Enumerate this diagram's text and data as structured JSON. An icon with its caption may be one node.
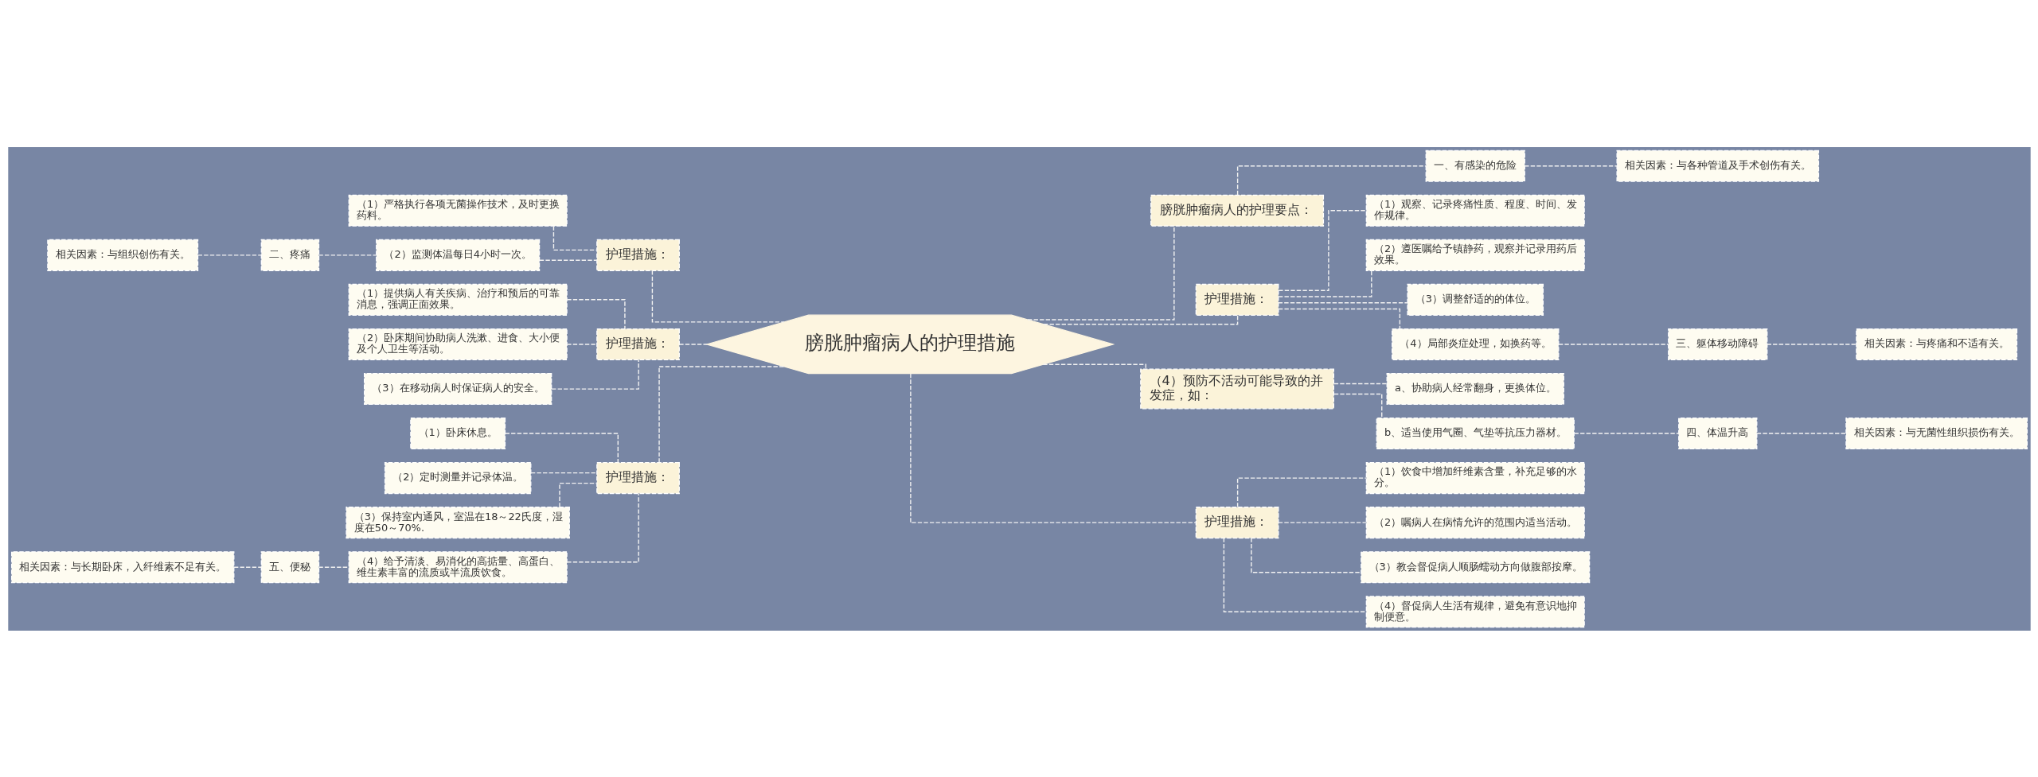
{
  "diagram": {
    "nodes": [
      {
        "text": [
          "膀胱肿瘤病人的护理措施"
        ]
      },
      {
        "text": [
          "膀胱肿瘤病人的护理要点："
        ]
      },
      {
        "text": [
          "一、有感染的危险"
        ]
      },
      {
        "text": [
          "相关因素：与各种管道及手术创伤有关。"
        ]
      },
      {
        "text": [
          "护理措施："
        ]
      },
      {
        "text": [
          "（1）观察、记录疼痛性质、程度、时间、发作规律。"
        ]
      },
      {
        "text": [
          "（2）遵医嘱给予镇静药，观察并记录用药后效果。"
        ]
      },
      {
        "text": [
          "（3）调整舒适的的体位。"
        ]
      },
      {
        "text": [
          "（4）局部炎症处理，如换药等。"
        ]
      },
      {
        "text": [
          "三、躯体移动障碍"
        ]
      },
      {
        "text": [
          "相关因素：与疼痛和不适有关。"
        ]
      },
      {
        "text": [
          "（4）预防不活动可能导致的并发症，如："
        ]
      },
      {
        "text": [
          "a、协助病人经常翻身，更换体位。"
        ]
      },
      {
        "text": [
          "b、适当使用气圈、气垫等抗压力器材。"
        ]
      },
      {
        "text": [
          "四、体温升高"
        ]
      },
      {
        "text": [
          "相关因素：与无菌性组织损伤有关。"
        ]
      },
      {
        "text": [
          "护理措施："
        ]
      },
      {
        "text": [
          "（1）饮食中增加纤维素含量，补充足够的水分。"
        ]
      },
      {
        "text": [
          "（2）嘱病人在病情允许的范围内适当活动。"
        ]
      },
      {
        "text": [
          "（3）教会督促病人顺肠蠕动方向做腹部按摩。"
        ]
      },
      {
        "text": [
          "（4）督促病人生活有规律，避免有意识地抑制便意。"
        ]
      },
      {
        "text": [
          "护理措施："
        ]
      },
      {
        "text": [
          "（1）严格执行各项无菌操作技术，及时更换药料。"
        ]
      },
      {
        "text": [
          "（2）监测体温每日4小时一次。"
        ]
      },
      {
        "text": [
          "二、疼痛"
        ]
      },
      {
        "text": [
          "相关因素：与组织创伤有关。"
        ]
      },
      {
        "text": [
          "护理措施："
        ]
      },
      {
        "text": [
          "（1）提供病人有关疾病、治疗和预后的可靠消息，强调正面效果。"
        ]
      },
      {
        "text": [
          "（2）卧床期间协助病人洗漱、进食、大小便及个人卫生等活动。"
        ]
      },
      {
        "text": [
          "（3）在移动病人时保证病人的安全。"
        ]
      },
      {
        "text": [
          "护理措施："
        ]
      },
      {
        "text": [
          "（1）卧床休息。"
        ]
      },
      {
        "text": [
          "（2）定时测量并记录体温。"
        ]
      },
      {
        "text": [
          "（3）保持室内通风，室温在18～22氏度，湿度在50～70%."
        ]
      },
      {
        "text": [
          "（4）给予清淡、易消化的高掂量、高蛋白、维生素丰富的流质或半流质饮食。"
        ]
      },
      {
        "text": [
          "五、便秘"
        ]
      },
      {
        "text": [
          "相关因素：与长期卧床，入纤维素不足有关。"
        ]
      }
    ],
    "edges": [
      {
        "from": 0,
        "to": 1,
        "arrow": "none",
        "style": "dashed"
      },
      {
        "from": 1,
        "to": 2,
        "arrow": "none",
        "style": "dashed"
      },
      {
        "from": 2,
        "to": 3,
        "arrow": "none",
        "style": "dashed"
      },
      {
        "from": 0,
        "to": 4,
        "arrow": "none",
        "style": "dashed"
      },
      {
        "from": 4,
        "to": 5,
        "arrow": "none",
        "style": "dashed"
      },
      {
        "from": 4,
        "to": 6,
        "arrow": "none",
        "style": "dashed"
      },
      {
        "from": 4,
        "to": 7,
        "arrow": "none",
        "style": "dashed"
      },
      {
        "from": 4,
        "to": 8,
        "arrow": "none",
        "style": "dashed"
      },
      {
        "from": 8,
        "to": 9,
        "arrow": "none",
        "style": "dashed"
      },
      {
        "from": 9,
        "to": 10,
        "arrow": "none",
        "style": "dashed"
      },
      {
        "from": 0,
        "to": 11,
        "arrow": "none",
        "style": "dashed"
      },
      {
        "from": 11,
        "to": 12,
        "arrow": "none",
        "style": "dashed"
      },
      {
        "from": 11,
        "to": 13,
        "arrow": "none",
        "style": "dashed"
      },
      {
        "from": 13,
        "to": 14,
        "arrow": "none",
        "style": "dashed"
      },
      {
        "from": 14,
        "to": 15,
        "arrow": "none",
        "style": "dashed"
      },
      {
        "from": 0,
        "to": 16,
        "arrow": "none",
        "style": "dashed"
      },
      {
        "from": 16,
        "to": 17,
        "arrow": "none",
        "style": "dashed"
      },
      {
        "from": 16,
        "to": 18,
        "arrow": "none",
        "style": "dashed"
      },
      {
        "from": 16,
        "to": 19,
        "arrow": "none",
        "style": "dashed"
      },
      {
        "from": 16,
        "to": 20,
        "arrow": "none",
        "style": "dashed"
      },
      {
        "from": 21,
        "to": 0,
        "arrow": "none",
        "style": "dashed"
      },
      {
        "from": 22,
        "to": 21,
        "arrow": "none",
        "style": "dashed"
      },
      {
        "from": 23,
        "to": 21,
        "arrow": "none",
        "style": "dashed"
      },
      {
        "from": 24,
        "to": 23,
        "arrow": "none",
        "style": "dashed"
      },
      {
        "from": 25,
        "to": 24,
        "arrow": "none",
        "style": "dashed"
      },
      {
        "from": 26,
        "to": 0,
        "arrow": "none",
        "style": "dashed"
      },
      {
        "from": 27,
        "to": 26,
        "arrow": "none",
        "style": "dashed"
      },
      {
        "from": 28,
        "to": 26,
        "arrow": "none",
        "style": "dashed"
      },
      {
        "from": 29,
        "to": 26,
        "arrow": "none",
        "style": "dashed"
      },
      {
        "from": 30,
        "to": 0,
        "arrow": "none",
        "style": "dashed"
      },
      {
        "from": 31,
        "to": 30,
        "arrow": "none",
        "style": "dashed"
      },
      {
        "from": 32,
        "to": 30,
        "arrow": "none",
        "style": "dashed"
      },
      {
        "from": 33,
        "to": 30,
        "arrow": "none",
        "style": "dashed"
      },
      {
        "from": 34,
        "to": 30,
        "arrow": "none",
        "style": "dashed"
      },
      {
        "from": 35,
        "to": 34,
        "arrow": "none",
        "style": "dashed"
      },
      {
        "from": 36,
        "to": 35,
        "arrow": "none",
        "style": "dashed"
      }
    ]
  }
}
